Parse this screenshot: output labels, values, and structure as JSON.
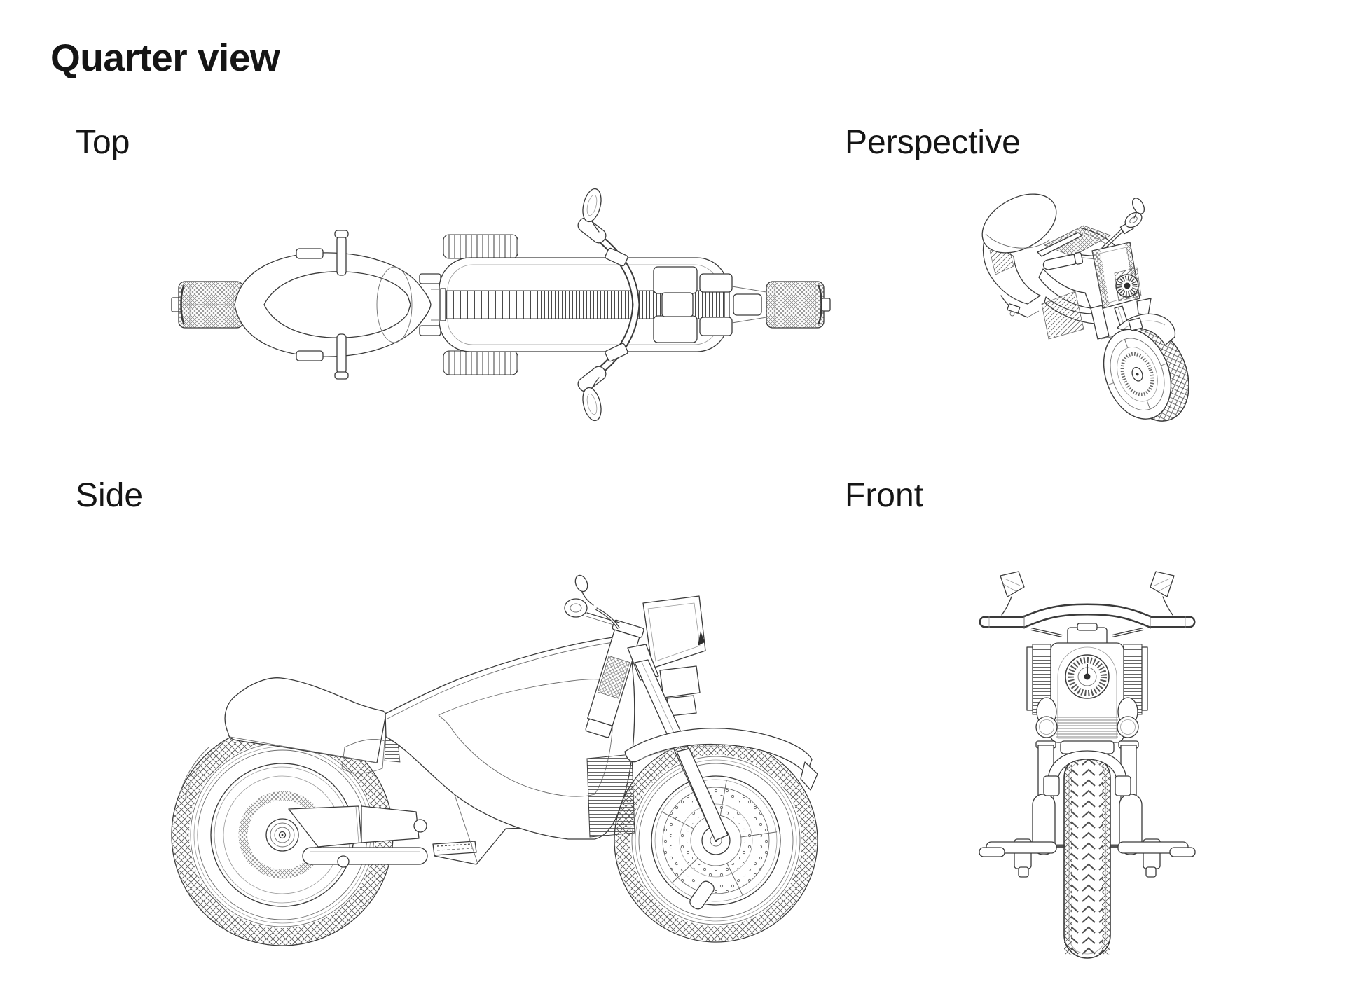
{
  "page": {
    "title": "Quarter view",
    "background": "#ffffff",
    "line_color": "#3a3a3a",
    "text_color": "#151515"
  },
  "views": [
    {
      "id": "top",
      "label": "Top",
      "drawing": "motorcycle-top-view-line-art"
    },
    {
      "id": "perspective",
      "label": "Perspective",
      "drawing": "motorcycle-perspective-view-line-art"
    },
    {
      "id": "side",
      "label": "Side",
      "drawing": "motorcycle-side-view-line-art"
    },
    {
      "id": "front",
      "label": "Front",
      "drawing": "motorcycle-front-view-line-art"
    }
  ]
}
